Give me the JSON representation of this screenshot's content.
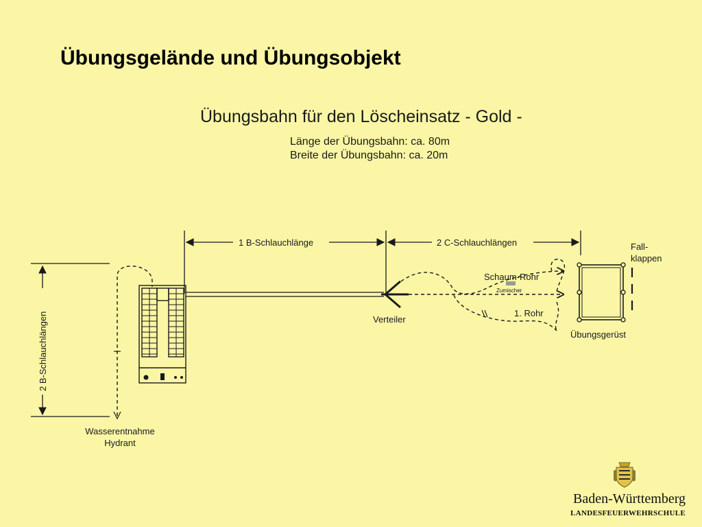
{
  "slide": {
    "title": "Übungsgelände und Übungsobjekt"
  },
  "diagram": {
    "heading": "Übungsbahn für den Löscheinsatz - Gold -",
    "length_note": "Länge der Übungsbahn: ca. 80m",
    "width_note": "Breite der Übungsbahn: ca. 20m",
    "dim_b_hose": "1 B-Schlauchlänge",
    "dim_c_hoses": "2 C-Schlauchlängen",
    "dim_vertical": "2 B-Schlauchlängen",
    "water_source_line1": "Wasserentnahme",
    "water_source_line2": "Hydrant",
    "distributor": "Verteiler",
    "foam_pipe": "Schaum-Rohr",
    "foam_mixer": "Zumischer",
    "first_pipe": "1. Rohr",
    "flaps_line1": "Fall-",
    "flaps_line2": "klappen",
    "frame": "Übungsgerüst"
  },
  "logo": {
    "name": "Baden-Württemberg",
    "subtitle": "LANDESFEUERWEHRSCHULE"
  },
  "colors": {
    "background": "#FAF6A6",
    "lines": "#1a1a1a",
    "mixer": "#9a9a9a"
  }
}
